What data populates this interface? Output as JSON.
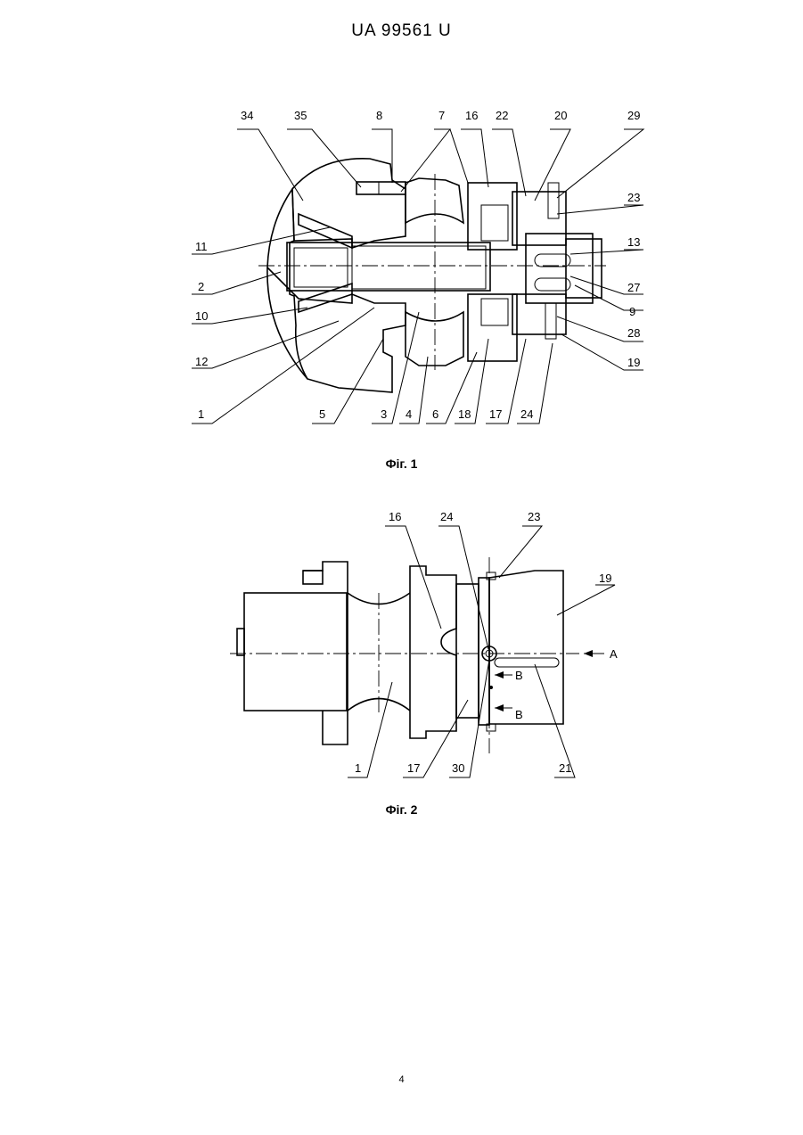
{
  "document": {
    "header": "UA   99561   U",
    "page_number": "4"
  },
  "figure1": {
    "caption": "Фіг. 1",
    "labels": {
      "l34": "34",
      "l35": "35",
      "l8": "8",
      "l7": "7",
      "l16": "16",
      "l22": "22",
      "l20": "20",
      "l29": "29",
      "l23": "23",
      "l11": "11",
      "l13": "13",
      "l2": "2",
      "l27": "27",
      "l10": "10",
      "l9": "9",
      "l28": "28",
      "l12": "12",
      "l19": "19",
      "l1": "1",
      "l5": "5",
      "l3": "3",
      "l4": "4",
      "l6": "6",
      "l18": "18",
      "l17": "17",
      "l24": "24"
    }
  },
  "figure2": {
    "caption": "Фіг. 2",
    "labels": {
      "l16": "16",
      "l24": "24",
      "l23": "23",
      "l19": "19",
      "lA": "A",
      "lB1": "B",
      "lB2": "B",
      "l1": "1",
      "l17": "17",
      "l30": "30",
      "l21": "21"
    }
  },
  "colors": {
    "ink": "#000000",
    "paper": "#ffffff"
  }
}
